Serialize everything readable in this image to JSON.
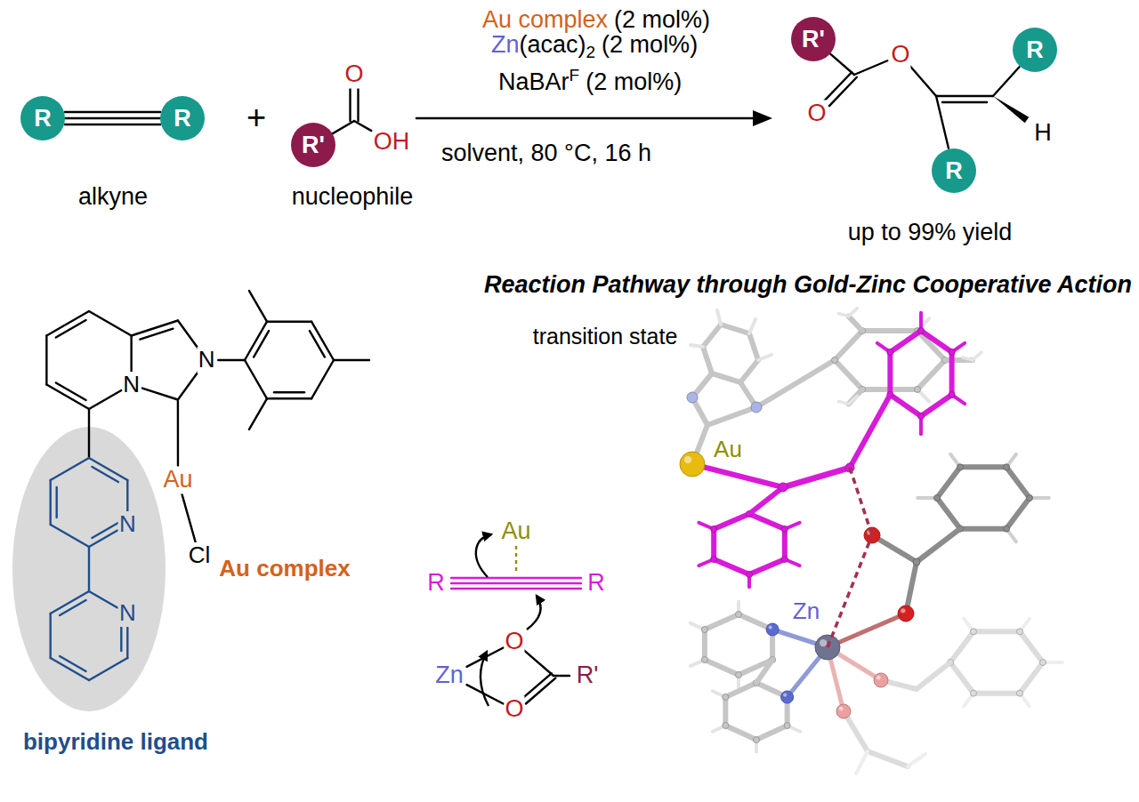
{
  "diagram": {
    "title": "Reaction Pathway through Gold-Zinc Cooperative Action",
    "nodes": [
      {
        "text": [
          "R"
        ]
      },
      {
        "text": [
          "R"
        ]
      },
      {
        "text": [
          "R'"
        ]
      },
      {
        "text": [
          "R'"
        ]
      },
      {
        "text": [
          "R"
        ]
      },
      {
        "text": [
          "R"
        ]
      }
    ],
    "labels": [
      "+",
      "O",
      "OH",
      "alkyne",
      "nucleophile",
      "Au complex",
      "(2 mol%)",
      "Zn",
      "(acac)",
      "2",
      "(2 mol%)",
      "NaBAr",
      "F",
      "(2 mol%)",
      "solvent, 80 °C, 16 h",
      "O",
      "O",
      "H",
      "up to 99% yield",
      "N",
      "N",
      "Au",
      "Cl",
      "N",
      "N",
      "Au complex",
      "bipyridine ligand",
      "transition state",
      "Au",
      "R",
      "R",
      "Zn",
      "O",
      "O",
      "R'",
      "Au",
      "Zn"
    ]
  }
}
